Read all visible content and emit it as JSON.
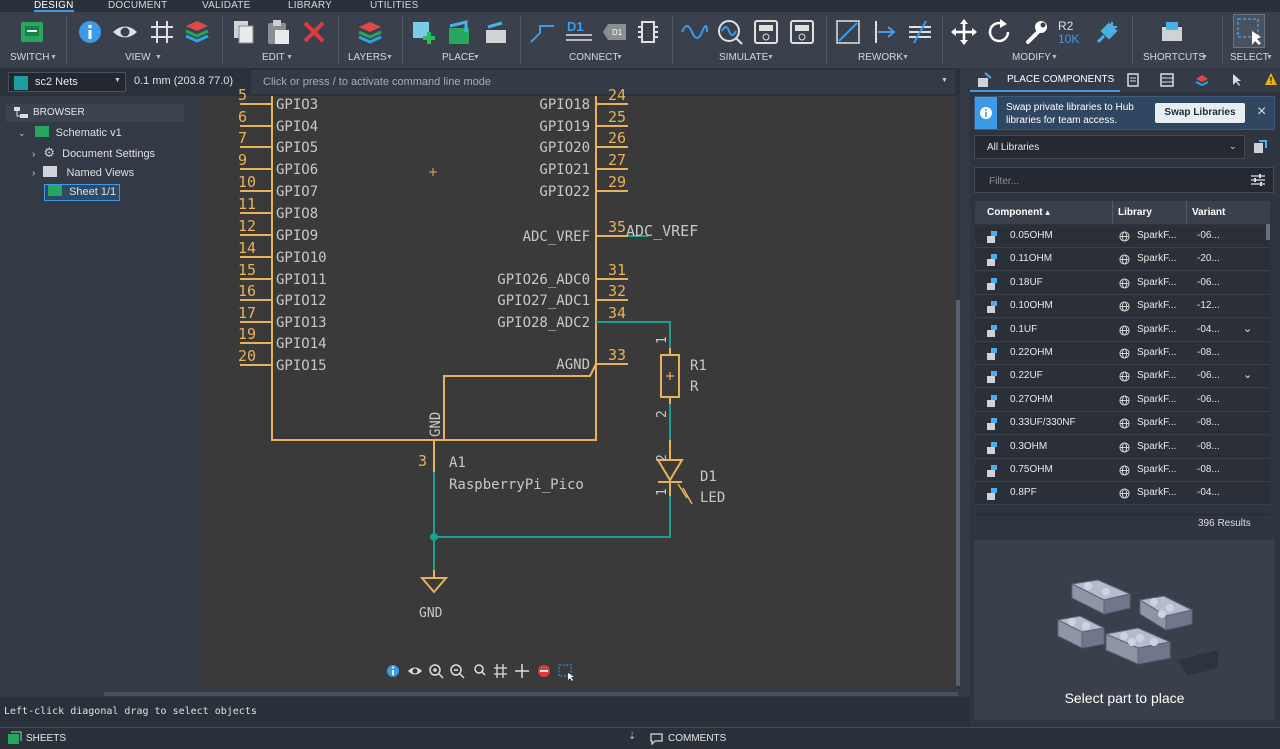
{
  "tabs": [
    "DESIGN",
    "DOCUMENT",
    "VALIDATE",
    "LIBRARY",
    "UTILITIES"
  ],
  "ribbon_groups": {
    "switch": "SWITCH",
    "view": "VIEW",
    "edit": "EDIT",
    "layers": "LAYERS",
    "place": "PLACE",
    "connect": "CONNECT",
    "simulate": "SIMULATE",
    "rework": "REWORK",
    "modify": "MODIFY",
    "shortcuts": "SHORTCUTS",
    "select": "SELECT"
  },
  "ribbon_text": {
    "d1": "D1",
    "d1_small": "D1",
    "r2": "R2",
    "r10k": "10K"
  },
  "net_selector": "sc2 Nets",
  "coord": "0.1 mm (203.8 77.0)",
  "command_placeholder": "Click or press / to activate command line mode",
  "browser": {
    "title": "BROWSER",
    "root": "Schematic v1",
    "items": [
      "Document Settings",
      "Named Views",
      "Sheet 1/1"
    ]
  },
  "schematic": {
    "left_pins": [
      {
        "num": "5",
        "name": "GPIO3"
      },
      {
        "num": "6",
        "name": "GPIO4"
      },
      {
        "num": "7",
        "name": "GPIO5"
      },
      {
        "num": "9",
        "name": "GPIO6"
      },
      {
        "num": "10",
        "name": "GPIO7"
      },
      {
        "num": "11",
        "name": "GPIO8"
      },
      {
        "num": "12",
        "name": "GPIO9"
      },
      {
        "num": "14",
        "name": "GPIO10"
      },
      {
        "num": "15",
        "name": "GPIO11"
      },
      {
        "num": "16",
        "name": "GPIO12"
      },
      {
        "num": "17",
        "name": "GPIO13"
      },
      {
        "num": "19",
        "name": "GPIO14"
      },
      {
        "num": "20",
        "name": "GPIO15"
      }
    ],
    "right_pins": [
      {
        "num": "24",
        "name": "GPIO18"
      },
      {
        "num": "25",
        "name": "GPIO19"
      },
      {
        "num": "26",
        "name": "GPIO20"
      },
      {
        "num": "27",
        "name": "GPIO21"
      },
      {
        "num": "29",
        "name": "GPIO22"
      }
    ],
    "adc_vref": {
      "num": "35",
      "name": "ADC_VREF",
      "net": "ADC_VREF"
    },
    "right_pins_low": [
      {
        "num": "31",
        "name": "GPIO26_ADC0"
      },
      {
        "num": "32",
        "name": "GPIO27_ADC1"
      },
      {
        "num": "34",
        "name": "GPIO28_ADC2"
      },
      {
        "num": "33",
        "name": "AGND"
      }
    ],
    "gnd_pin": {
      "name": "GND",
      "num": "3"
    },
    "part": {
      "ref": "A1",
      "value": "RaspberryPi_Pico"
    },
    "r1": {
      "ref": "R1",
      "value": "R",
      "pin1": "1",
      "pin2": "2"
    },
    "d1": {
      "ref": "D1",
      "value": "LED",
      "pin2": "2",
      "pin1": "1"
    },
    "gnd_symbol": "GND"
  },
  "panel": {
    "title": "PLACE COMPONENTS",
    "notice": "Swap private libraries to Hub libraries for team access.",
    "swap_button": "Swap Libraries",
    "library_select": "All Libraries",
    "filter_placeholder": "Filter...",
    "columns": [
      "Component",
      "Library",
      "Variant"
    ],
    "rows": [
      {
        "name": "0.05OHM",
        "lib": "SparkF...",
        "variant": "-06..."
      },
      {
        "name": "0.11OHM",
        "lib": "SparkF...",
        "variant": "-20..."
      },
      {
        "name": "0.18UF",
        "lib": "SparkF...",
        "variant": "-06..."
      },
      {
        "name": "0.10OHM",
        "lib": "SparkF...",
        "variant": "-12..."
      },
      {
        "name": "0.1UF",
        "lib": "SparkF...",
        "variant": "-04...",
        "expand": true
      },
      {
        "name": "0.22OHM",
        "lib": "SparkF...",
        "variant": "-08..."
      },
      {
        "name": "0.22UF",
        "lib": "SparkF...",
        "variant": "-06...",
        "expand": true
      },
      {
        "name": "0.27OHM",
        "lib": "SparkF...",
        "variant": "-06..."
      },
      {
        "name": "0.33UF/330NF",
        "lib": "SparkF...",
        "variant": "-08..."
      },
      {
        "name": "0.3OHM",
        "lib": "SparkF...",
        "variant": "-08..."
      },
      {
        "name": "0.75OHM",
        "lib": "SparkF...",
        "variant": "-08..."
      },
      {
        "name": "0.8PF",
        "lib": "SparkF...",
        "variant": "-04..."
      }
    ],
    "results": "396 Results",
    "select_part": "Select part to place"
  },
  "status_text": "Left-click diagonal drag to select objects",
  "bottom": {
    "sheets": "SHEETS",
    "comments": "COMMENTS"
  },
  "colors": {
    "accent": "#3d9ae8",
    "wire": "#1e9e8c",
    "symbol": "#e8b25a",
    "text": "#c8c8c8"
  }
}
